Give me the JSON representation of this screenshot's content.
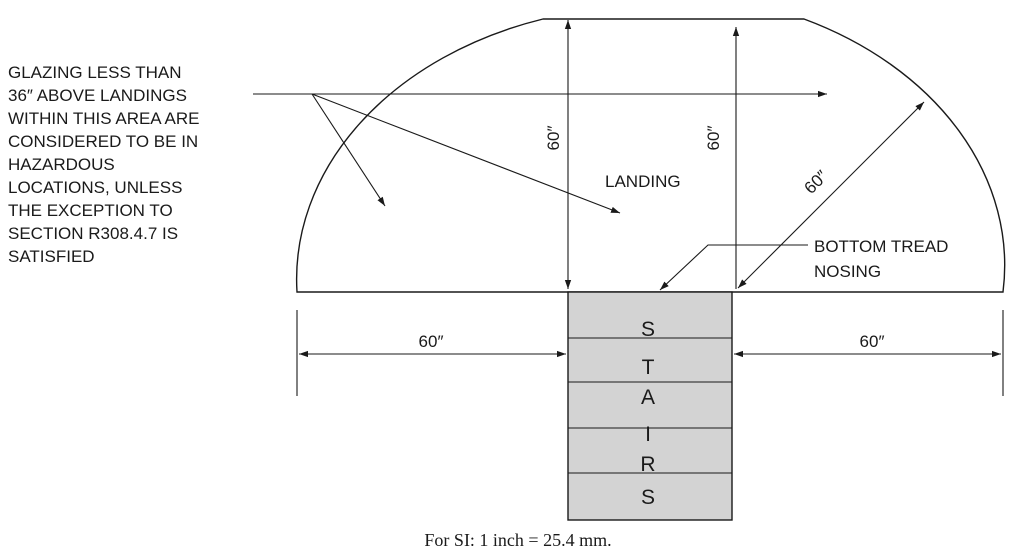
{
  "note_lines": [
    "GLAZING LESS THAN",
    "36″ ABOVE LANDINGS",
    "WITHIN THIS AREA ARE",
    "CONSIDERED TO BE IN",
    "HAZARDOUS",
    "LOCATIONS, UNLESS",
    "THE EXCEPTION TO",
    "SECTION R308.4.7 IS",
    "SATISFIED"
  ],
  "landing_label": "LANDING",
  "bottom_tread_lines": [
    "BOTTOM TREAD",
    "NOSING"
  ],
  "dimensions": {
    "vertical_left": "60″",
    "vertical_right": "60″",
    "diagonal": "60″",
    "horizontal_left": "60″",
    "horizontal_right": "60″"
  },
  "stair_letters": [
    "S",
    "T",
    "A",
    "I",
    "R",
    "S"
  ],
  "caption": "For SI: 1 inch = 25.4 mm.",
  "colors": {
    "ink": "#1a1a1a",
    "stair_fill": "#d3d3d3",
    "background": "#ffffff"
  }
}
